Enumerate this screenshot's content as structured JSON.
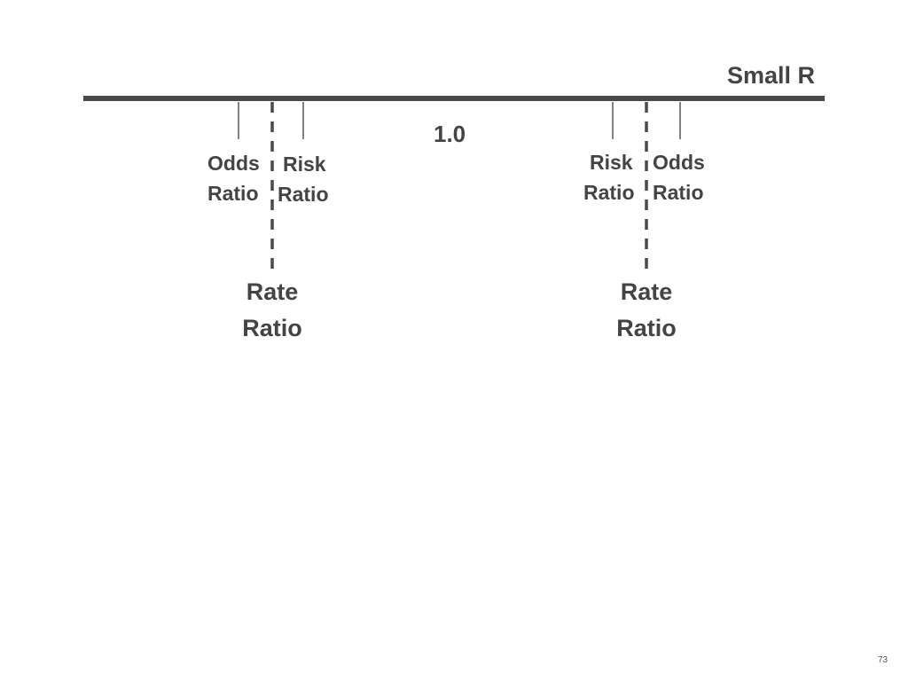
{
  "title": "Small R",
  "null_value": "1.0",
  "left_group": {
    "odds_ratio": [
      "Odds",
      "Ratio"
    ],
    "risk_ratio": [
      "Risk",
      "Ratio"
    ],
    "rate_ratio": [
      "Rate",
      "Ratio"
    ]
  },
  "right_group": {
    "risk_ratio": [
      "Risk",
      "Ratio"
    ],
    "odds_ratio": [
      "Odds",
      "Ratio"
    ],
    "rate_ratio": [
      "Rate",
      "Ratio"
    ]
  },
  "page_number": "73",
  "colors": {
    "ink": "#444444",
    "axis": "#4a4a4a"
  }
}
